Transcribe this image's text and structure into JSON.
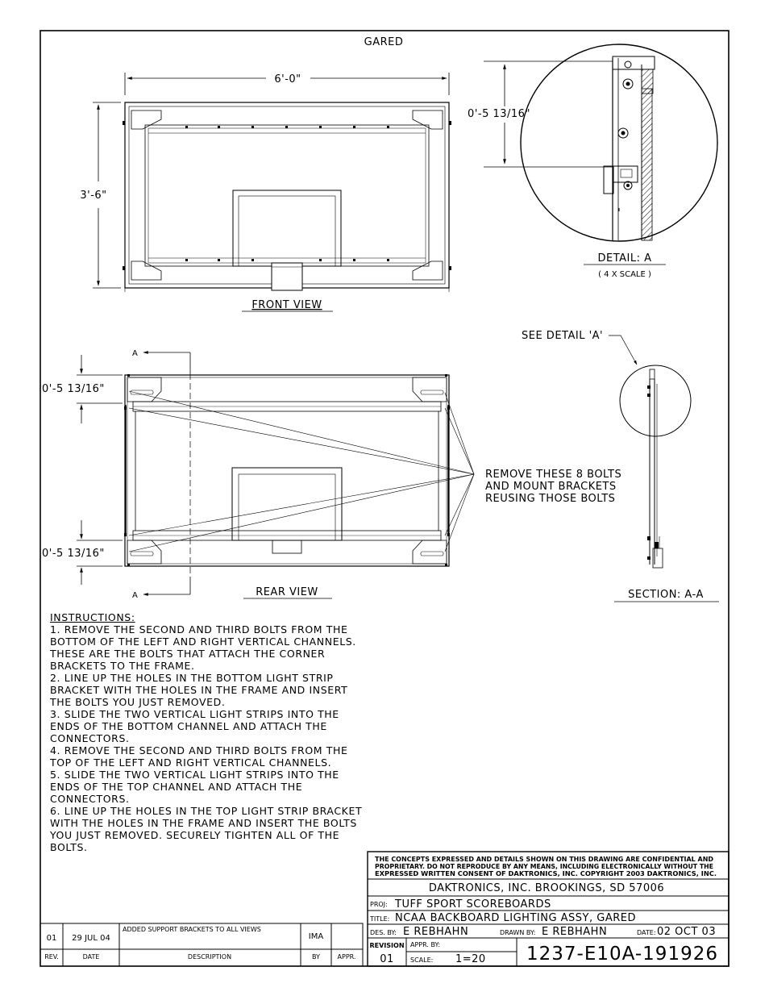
{
  "sheet_title": "GARED",
  "front_view": {
    "label": "FRONT VIEW",
    "width_dim": "6'-0\"",
    "height_dim": "3'-6\""
  },
  "detail": {
    "label": "DETAIL: A",
    "scale": "( 4 X SCALE )",
    "dim": "0'-5 13/16\""
  },
  "rear_view": {
    "label": "REAR VIEW",
    "section_marker": "A",
    "top_dim": "0'-5 13/16\"",
    "bottom_dim": "0'-5 13/16\"",
    "callout": [
      "REMOVE THESE 8 BOLTS",
      "AND MOUNT BRACKETS",
      "REUSING THOSE BOLTS"
    ]
  },
  "section": {
    "label": "SECTION: A-A",
    "see_detail": "SEE DETAIL 'A'"
  },
  "instructions": {
    "title": "INSTRUCTIONS:",
    "steps": [
      "1. REMOVE THE SECOND AND THIRD BOLTS FROM THE BOTTOM OF THE LEFT AND RIGHT VERTICAL CHANNELS.  THESE ARE THE BOLTS THAT ATTACH THE CORNER BRACKETS TO THE FRAME.",
      "2. LINE UP THE HOLES IN THE BOTTOM LIGHT STRIP BRACKET WITH THE HOLES IN THE FRAME AND INSERT THE BOLTS YOU JUST REMOVED.",
      "3. SLIDE THE TWO VERTICAL LIGHT STRIPS INTO THE ENDS OF THE BOTTOM CHANNEL AND ATTACH THE CONNECTORS.",
      "4. REMOVE THE SECOND AND THIRD BOLTS FROM THE TOP OF THE LEFT AND RIGHT VERTICAL CHANNELS.",
      "5. SLIDE THE TWO VERTICAL LIGHT STRIPS INTO THE ENDS OF THE TOP CHANNEL AND ATTACH THE CONNECTORS.",
      "6. LINE UP THE HOLES IN THE TOP LIGHT STRIP BRACKET WITH THE HOLES IN THE FRAME AND INSERT THE BOLTS YOU JUST REMOVED. SECURELY TIGHTEN ALL OF THE BOLTS."
    ]
  },
  "revisions": {
    "row": {
      "rev": "01",
      "date": "29 JUL 04",
      "description": "ADDED SUPPORT BRACKETS TO ALL VIEWS",
      "by": "IMA",
      "appr": ""
    },
    "headers": {
      "rev": "REV.",
      "date": "DATE",
      "description": "DESCRIPTION",
      "by": "BY",
      "appr": "APPR."
    }
  },
  "title_block": {
    "notice": [
      "THE CONCEPTS  EXPRESSED  AND  DETAILS SHOWN ON THIS DRAWING ARE CONFIDENTIAL AND",
      "PROPRIETARY.  DO NOT REPRODUCE BY ANY MEANS, INCLUDING ELECTRONICALLY WITHOUT THE",
      "EXPRESSED WRITTEN CONSENT OF DAKTRONICS, INC.          COPYRIGHT 2003 DAKTRONICS, INC."
    ],
    "company": "DAKTRONICS, INC.   BROOKINGS, SD 57006",
    "proj_label": "PROJ:",
    "proj": "TUFF SPORT SCOREBOARDS",
    "title_label": "TITLE:",
    "title": "NCAA BACKBOARD LIGHTING ASSY, GARED",
    "des_label": "DES. BY:",
    "des_by": "E REBHAHN",
    "drawn_label": "DRAWN BY:",
    "drawn_by": "E REBHAHN",
    "date_label": "DATE:",
    "date": "02 OCT 03",
    "revision_label": "REVISION",
    "revision": "01",
    "appr_label": "APPR. BY:",
    "scale_label": "SCALE:",
    "scale": "1=20",
    "drawing_number": "1237-E10A-191926"
  }
}
